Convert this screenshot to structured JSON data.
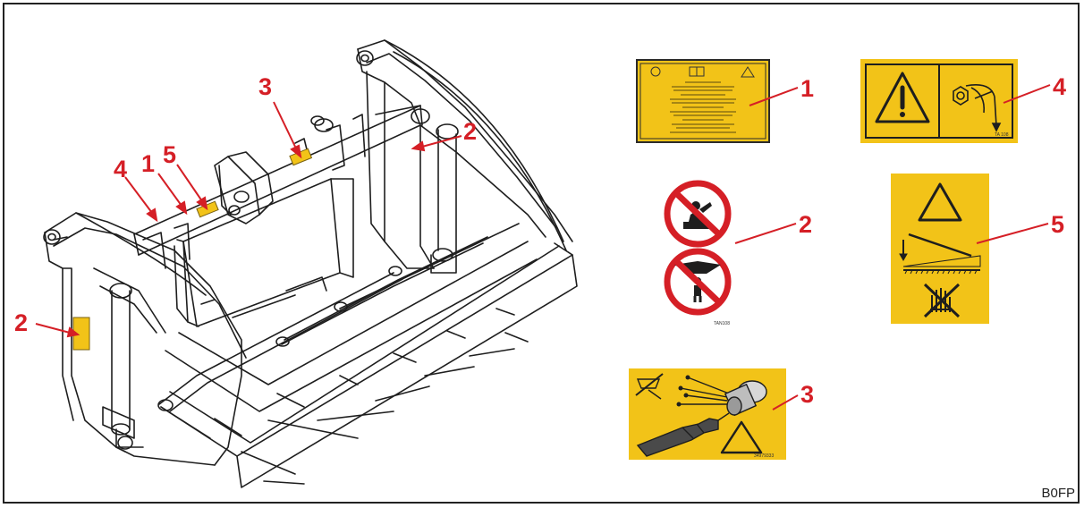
{
  "figure_code": "B0FP",
  "callouts": {
    "machine": [
      "3",
      "1",
      "4",
      "5",
      "2",
      "2"
    ],
    "decal_1": "1",
    "decal_2": "2",
    "decal_3": "3",
    "decal_4": "4",
    "decal_5": "5"
  },
  "decals": {
    "decal_1": {
      "background": "#f2c318",
      "border": "#2b2b2b"
    },
    "decal_2": {
      "code": "TAN108",
      "background": "#ffffff"
    },
    "decal_3": {
      "code": "34979333",
      "background": "#f2c318"
    },
    "decal_4": {
      "code": "TA 108",
      "background": "#f2c318"
    },
    "decal_5": {
      "background": "#f2c318"
    }
  },
  "colors": {
    "callout": "#d51f26",
    "decal_yellow": "#f2c318",
    "outline": "#1e1e1e",
    "frame": "#222222"
  }
}
